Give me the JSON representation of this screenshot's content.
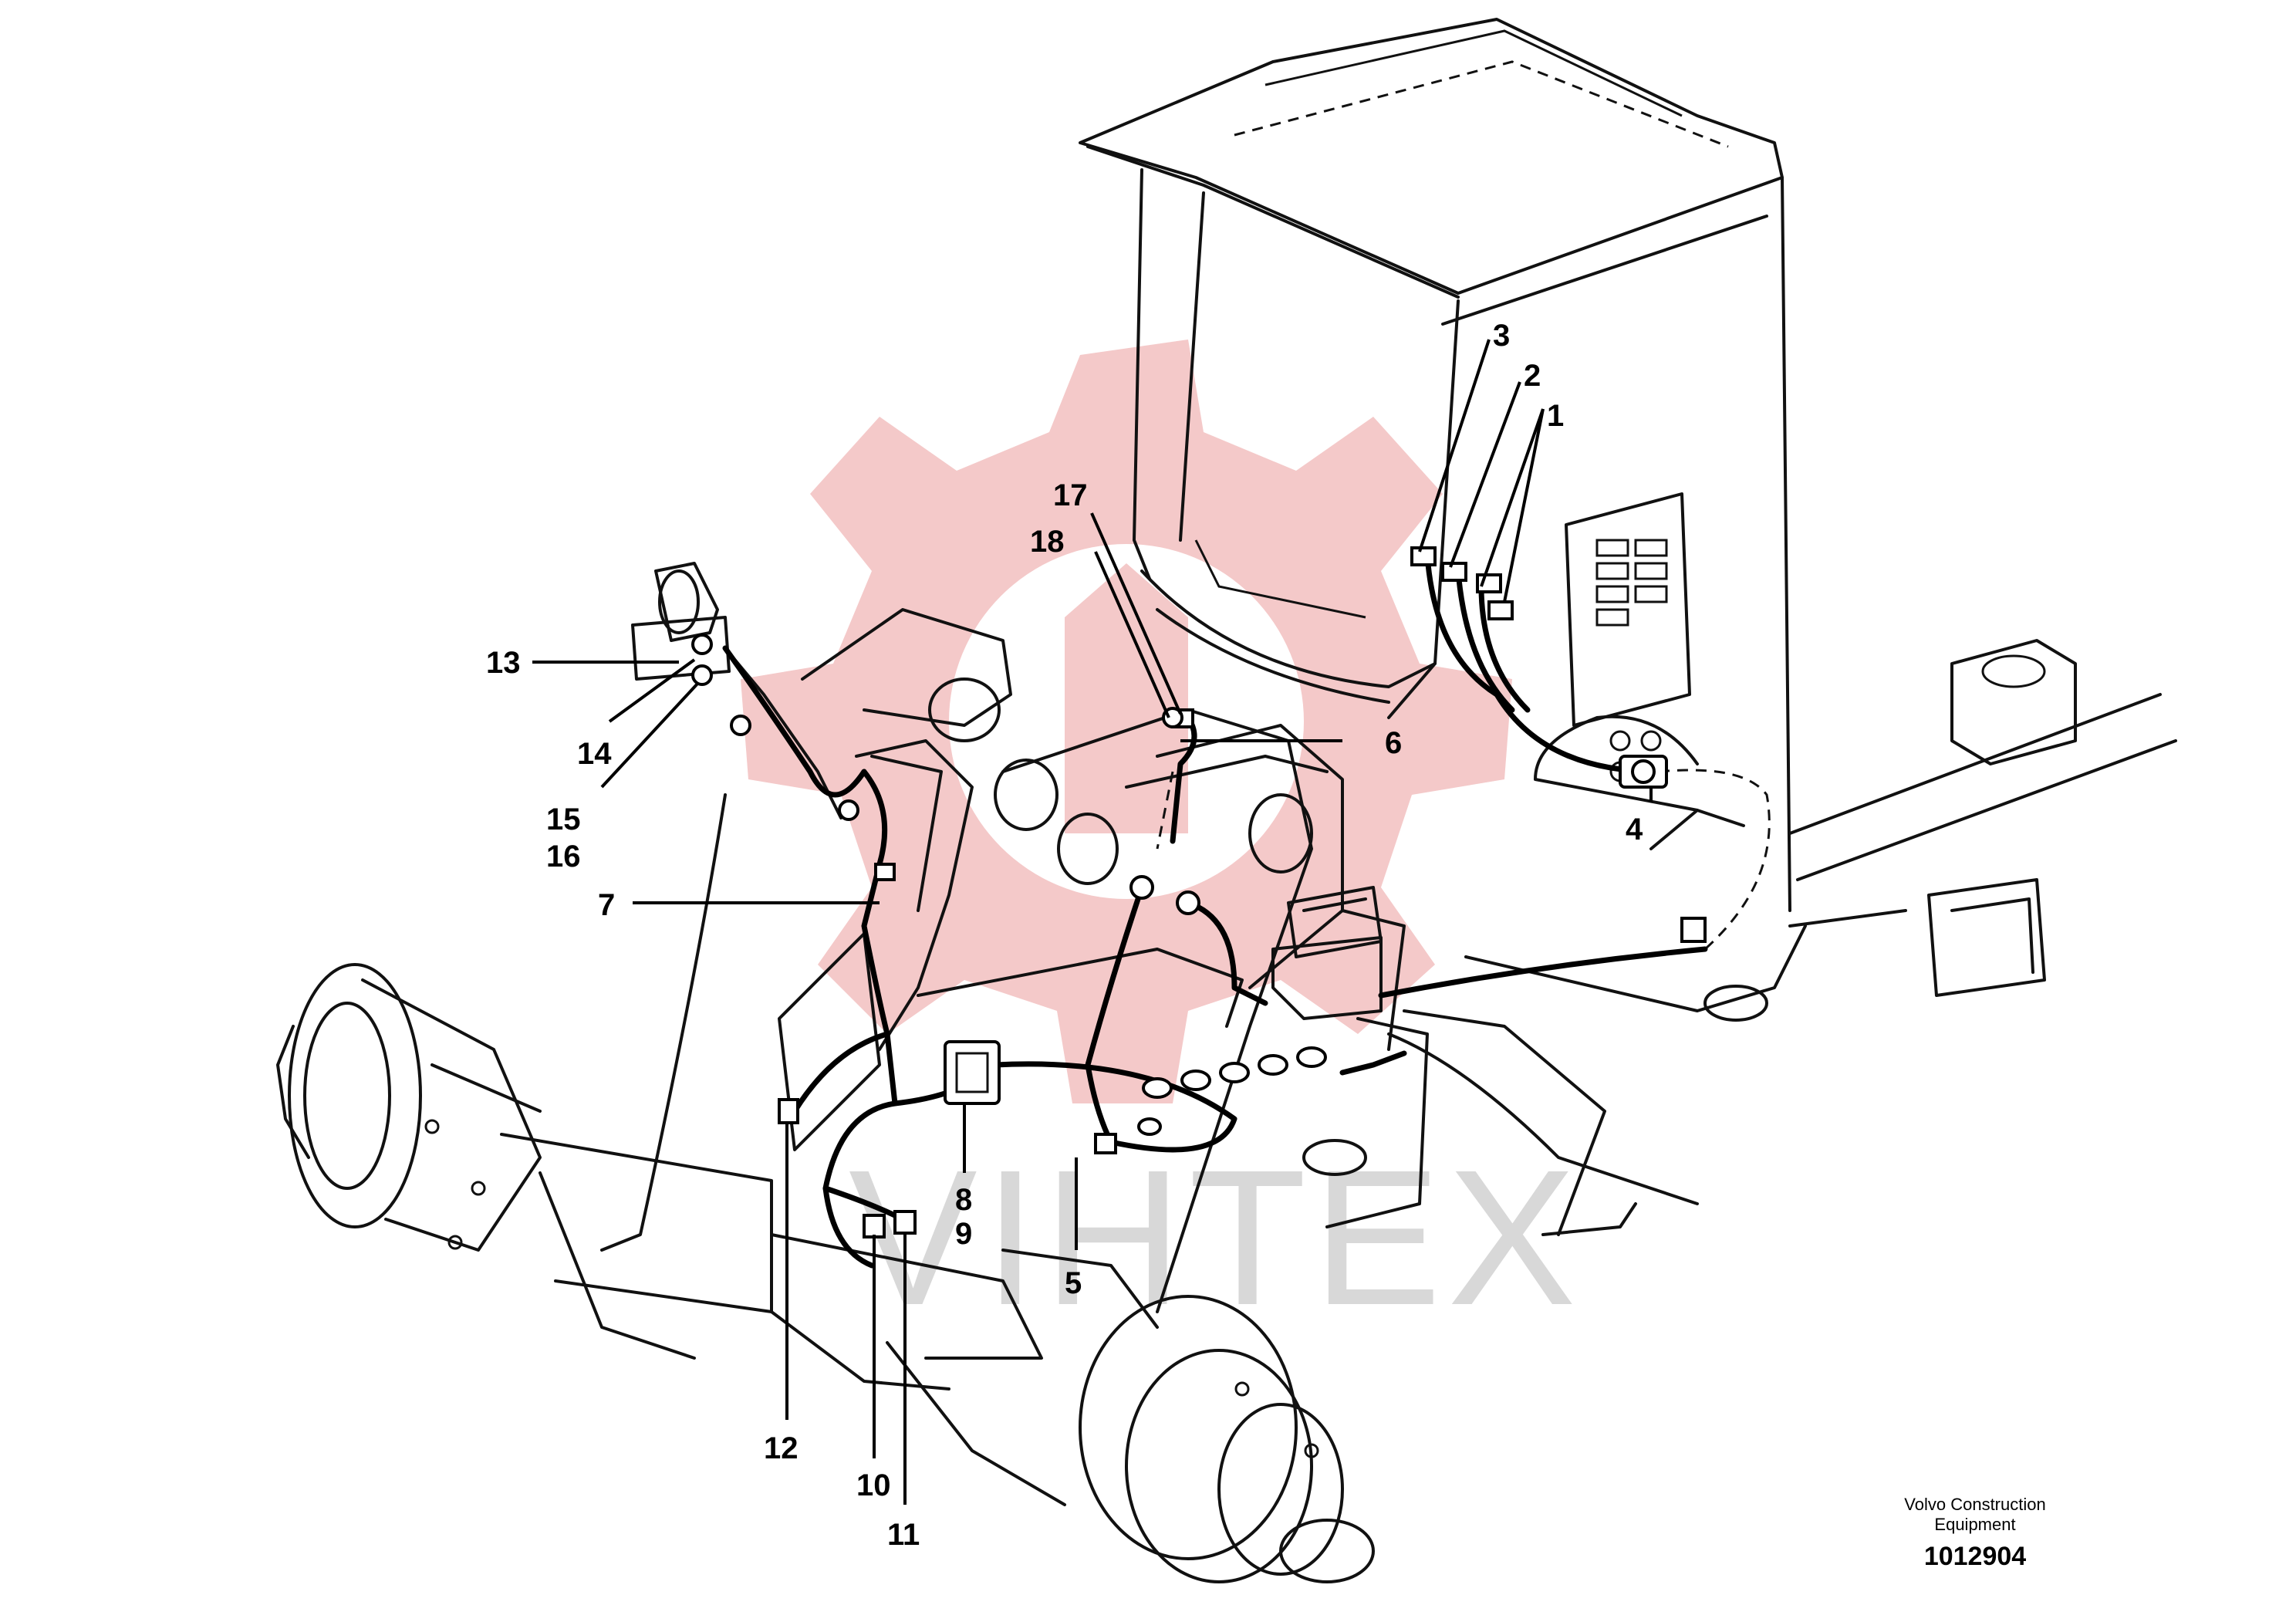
{
  "watermark": {
    "text": "VIHTEX",
    "gear_color": "#f4c9c9",
    "text_color": "#d8d8d8"
  },
  "callouts": {
    "c1": "1",
    "c2": "2",
    "c3": "3",
    "c4": "4",
    "c5": "5",
    "c6": "6",
    "c7": "7",
    "c8": "8",
    "c9": "9",
    "c10": "10",
    "c11": "11",
    "c12": "12",
    "c13": "13",
    "c14": "14",
    "c15": "15",
    "c16": "16",
    "c17": "17",
    "c18": "18"
  },
  "footer": {
    "manufacturer_line1": "Volvo Construction",
    "manufacturer_line2": "Equipment",
    "drawing_number": "1012904"
  }
}
